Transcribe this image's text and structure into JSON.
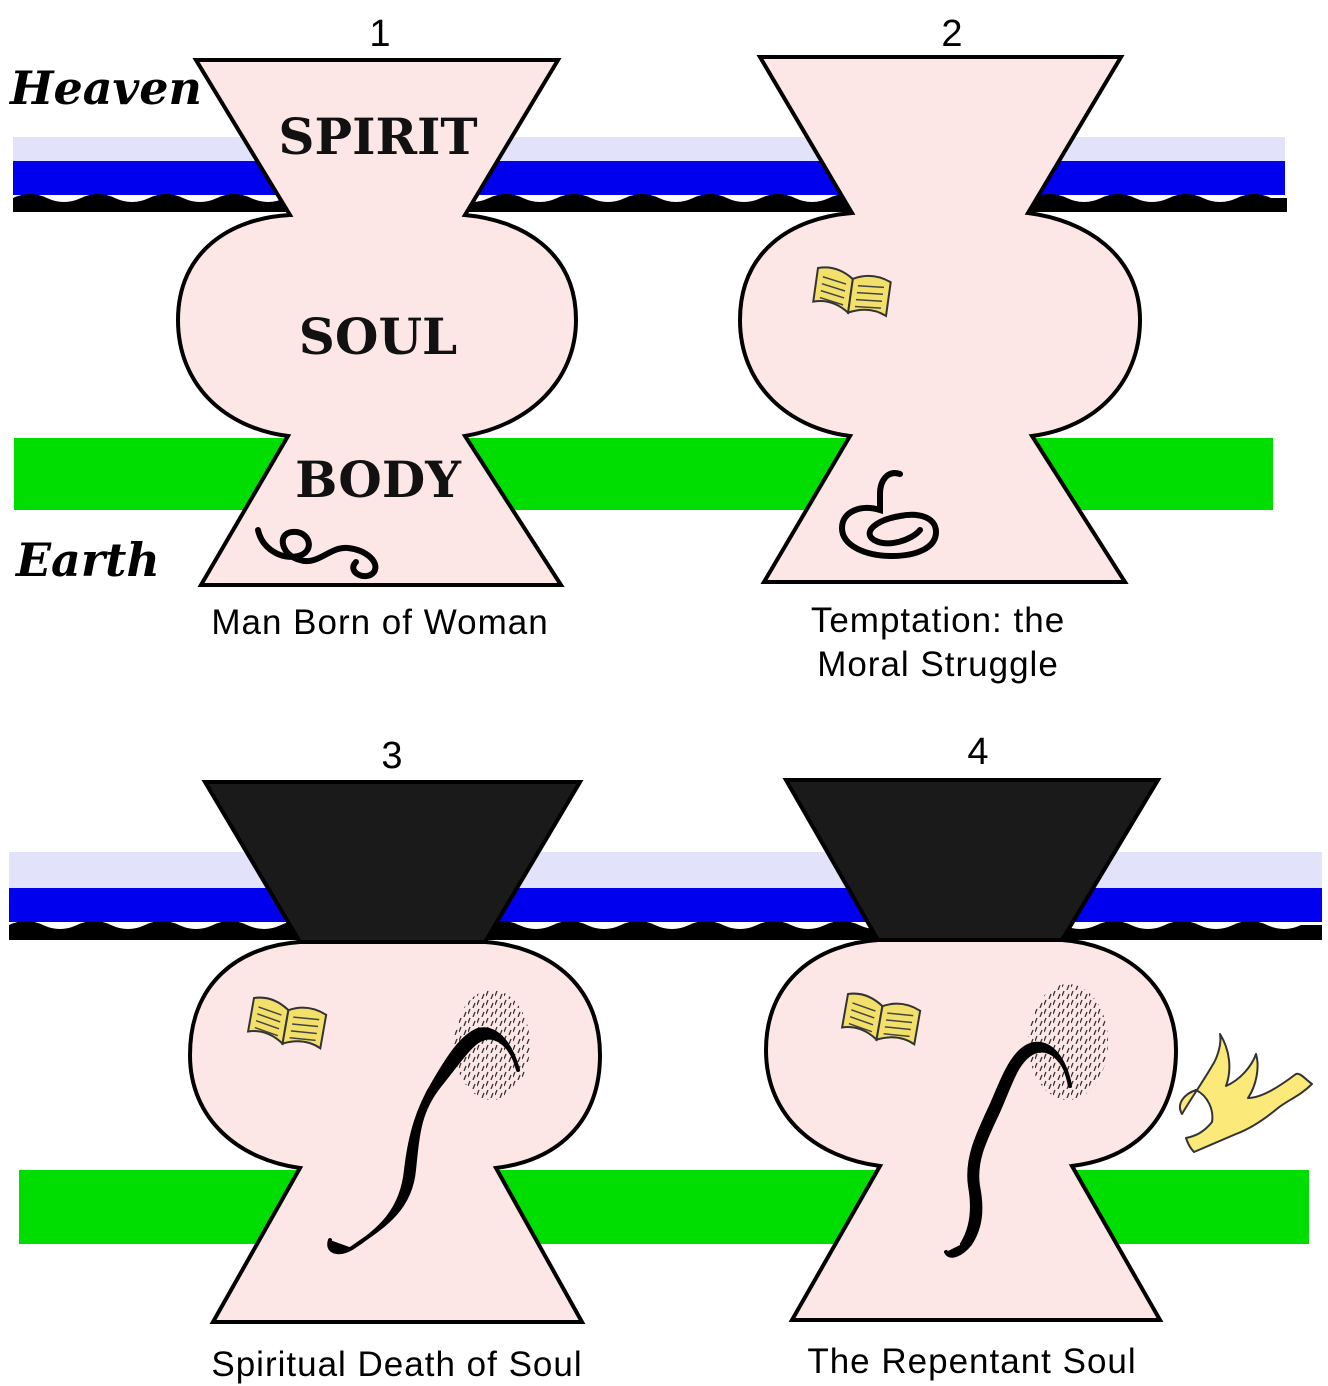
{
  "realms": {
    "heaven": "Heaven",
    "earth": "Earth"
  },
  "parts": {
    "spirit": "SPIRIT",
    "soul": "SOUL",
    "body": "BODY"
  },
  "panels": [
    {
      "number": "1",
      "caption": [
        "Man Born of Woman"
      ]
    },
    {
      "number": "2",
      "caption": [
        "Temptation: the",
        "Moral Struggle"
      ]
    },
    {
      "number": "3",
      "caption": [
        "Spiritual Death of Soul"
      ]
    },
    {
      "number": "4",
      "caption": [
        "The Repentant Soul"
      ]
    }
  ],
  "colors": {
    "figure_fill": "#fde6e6",
    "dead_spirit": "#1a1a1a",
    "heaven_band_light": "#e2e2fb",
    "heaven_band_blue": "#0000ee",
    "earth_band": "#00dd00",
    "book": "#f2e06a",
    "dove": "#fbe97a"
  },
  "icons": [
    "open-book-icon",
    "serpent-icon",
    "dove-icon"
  ]
}
